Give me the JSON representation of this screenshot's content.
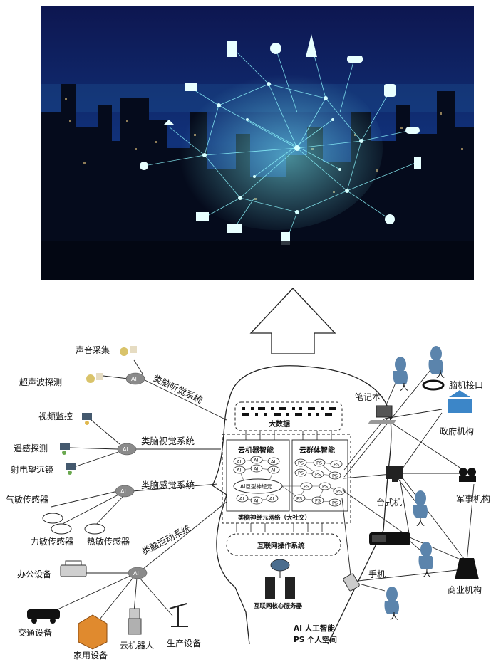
{
  "labels": {
    "sound": "声音采集",
    "ultrasonic": "超声波探测",
    "hearing": "类脑听觉系统",
    "video": "视频监控",
    "remote": "遥感探测",
    "telescope": "射电望远镜",
    "vision": "类脑视觉系统",
    "gas": "气敏传感器",
    "force": "力敏传感器",
    "heat": "热敏传感器",
    "sensation": "类脑感觉系统",
    "motion": "类脑运动系统",
    "office": "办公设备",
    "traffic": "交通设备",
    "home": "家用设备",
    "robot": "云机器人",
    "production": "生产设备",
    "bigdata": "大数据",
    "cloud_machine": "云机器智能",
    "cloud_group": "云群体智能",
    "ai_giant": "AI巨型神经元",
    "network": "类脑神经元网络（大社交）",
    "os": "互联网操作系统",
    "server": "互联网核心服务器",
    "laptop": "笔记本",
    "bci": "脑机接口",
    "gov": "政府机构",
    "desktop": "台式机",
    "military": "军事机构",
    "phone": "手机",
    "business": "商业机构",
    "person": "人",
    "ai_node": "AI",
    "ps_node": "PS",
    "legend_ai": "AI  人工智能",
    "legend_ps": "PS  个人空间"
  }
}
